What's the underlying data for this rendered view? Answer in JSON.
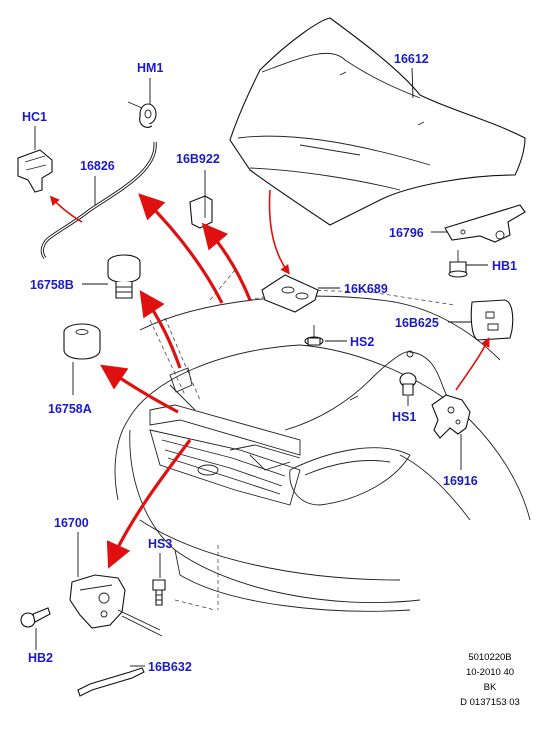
{
  "labels": {
    "p16612": "16612",
    "hm1": "HM1",
    "hc1": "HC1",
    "p16826": "16826",
    "p16b922": "16B922",
    "p16796": "16796",
    "hb1": "HB1",
    "p16758b": "16758B",
    "p16k689": "16K689",
    "p16b625": "16B625",
    "hs2": "HS2",
    "p16758a": "16758A",
    "hs1": "HS1",
    "p16916": "16916",
    "p16700": "16700",
    "hs3": "HS3",
    "hb2": "HB2",
    "p16b632": "16B632"
  },
  "reference": {
    "line1": "5010220B",
    "line2": "10-2010 40",
    "line3": "BK",
    "line4": "D 0137153 03"
  },
  "colors": {
    "label": "#1a1acc",
    "arrow": "#e01010",
    "line": "#222222"
  }
}
